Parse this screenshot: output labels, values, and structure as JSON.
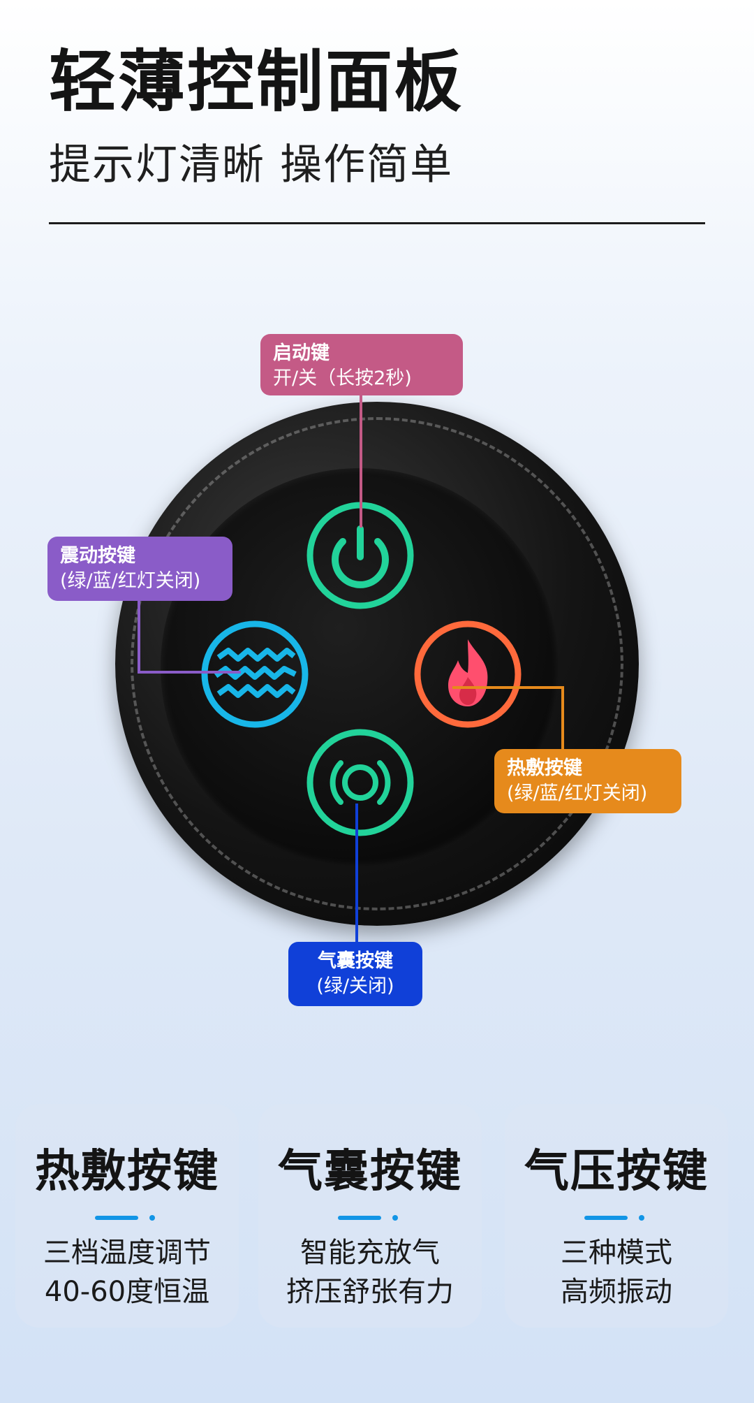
{
  "header": {
    "title": "轻薄控制面板",
    "subtitle": "提示灯清晰 操作简单"
  },
  "callouts": {
    "power": {
      "line1": "启动键",
      "line2": "开/关（长按2秒)",
      "color": "#c45a86"
    },
    "vibration": {
      "line1": "震动按键",
      "line2": "(绿/蓝/红灯关闭)",
      "color": "#8a5cc8"
    },
    "heat": {
      "line1": "热敷按键",
      "line2": "(绿/蓝/红灯关闭)",
      "color": "#e68a1c"
    },
    "airbag": {
      "line1": "气囊按键",
      "line2": "(绿/关闭)",
      "color": "#1040d8"
    }
  },
  "device_buttons": {
    "power": {
      "icon": "power-icon",
      "color": "#22d39a"
    },
    "vibration": {
      "icon": "wave-icon",
      "color": "#18b6e8"
    },
    "heat": {
      "icon": "flame-icon",
      "color": "#ff5a6a"
    },
    "airbag": {
      "icon": "airbag-icon",
      "color": "#22d39a"
    }
  },
  "features": [
    {
      "title": "热敷按键",
      "desc_line1": "三档温度调节",
      "desc_line2": "40-60度恒温"
    },
    {
      "title": "气囊按键",
      "desc_line1": "智能充放气",
      "desc_line2": "挤压舒张有力"
    },
    {
      "title": "气压按键",
      "desc_line1": "三种模式",
      "desc_line2": "高频振动"
    }
  ],
  "colors": {
    "accent": "#1295e6",
    "title": "#141414"
  }
}
